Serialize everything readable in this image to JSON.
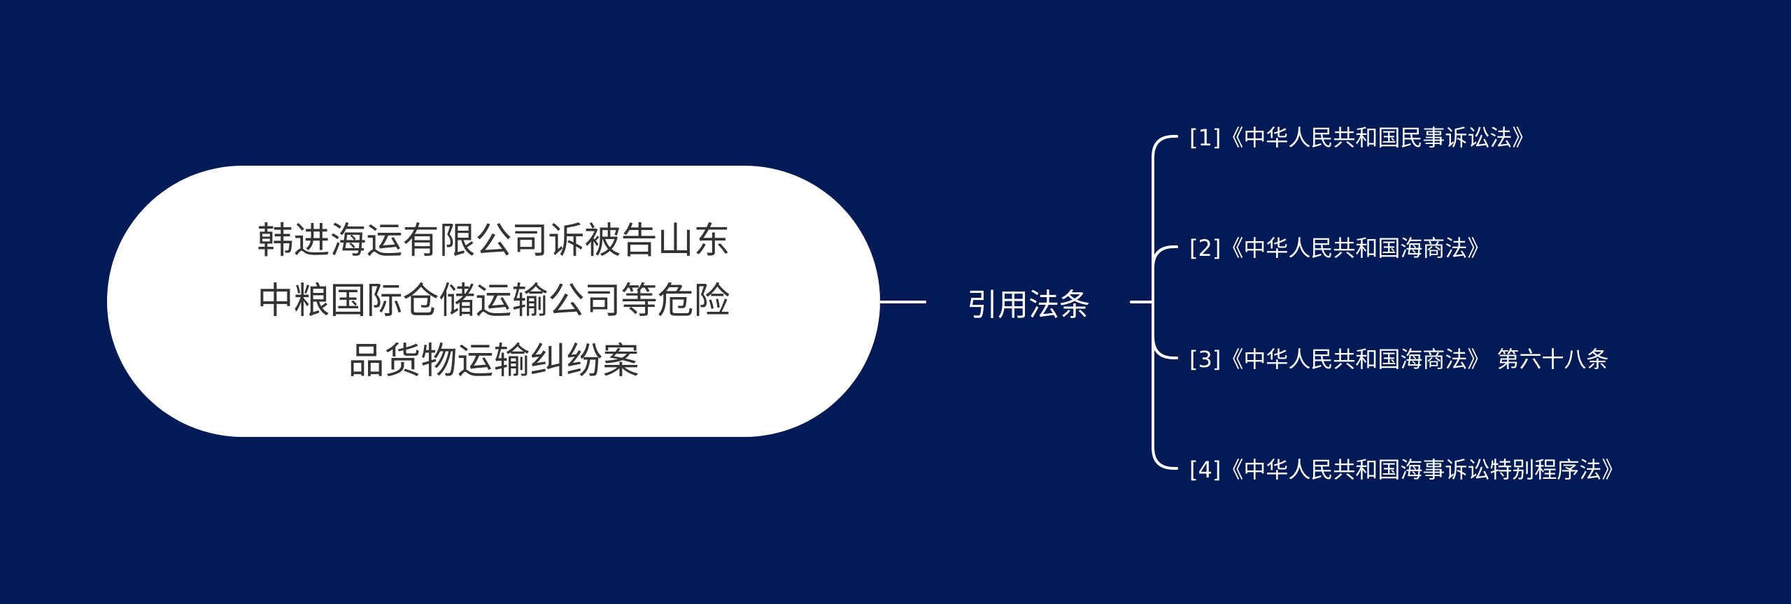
{
  "colors": {
    "background": "#001a56",
    "root_fill": "#ffffff",
    "root_text": "#333333",
    "lines": "#ffffff",
    "label_text": "#ffffff"
  },
  "root": {
    "title": "韩进海运有限公司诉被告山东中粮国际仓储运输公司等危险品货物运输纠纷案"
  },
  "branch": {
    "label": "引用法条"
  },
  "leaves": [
    "[1]《中华人民共和国民事诉讼法》",
    "[2]《中华人民共和国海商法》",
    "[3]《中华人民共和国海商法》 第六十八条",
    "[4]《中华人民共和国海事诉讼特别程序法》"
  ]
}
